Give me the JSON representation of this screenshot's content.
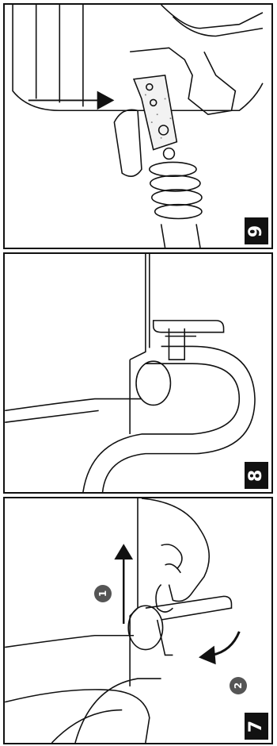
{
  "panels": [
    {
      "number": "9",
      "description_icon": "arrow-right-icon"
    },
    {
      "number": "8"
    },
    {
      "number": "7",
      "steps": [
        "1",
        "2"
      ]
    }
  ],
  "colors": {
    "line": "#111111",
    "fill": "#ffffff",
    "dots": "#888888",
    "badge": "#111111"
  }
}
